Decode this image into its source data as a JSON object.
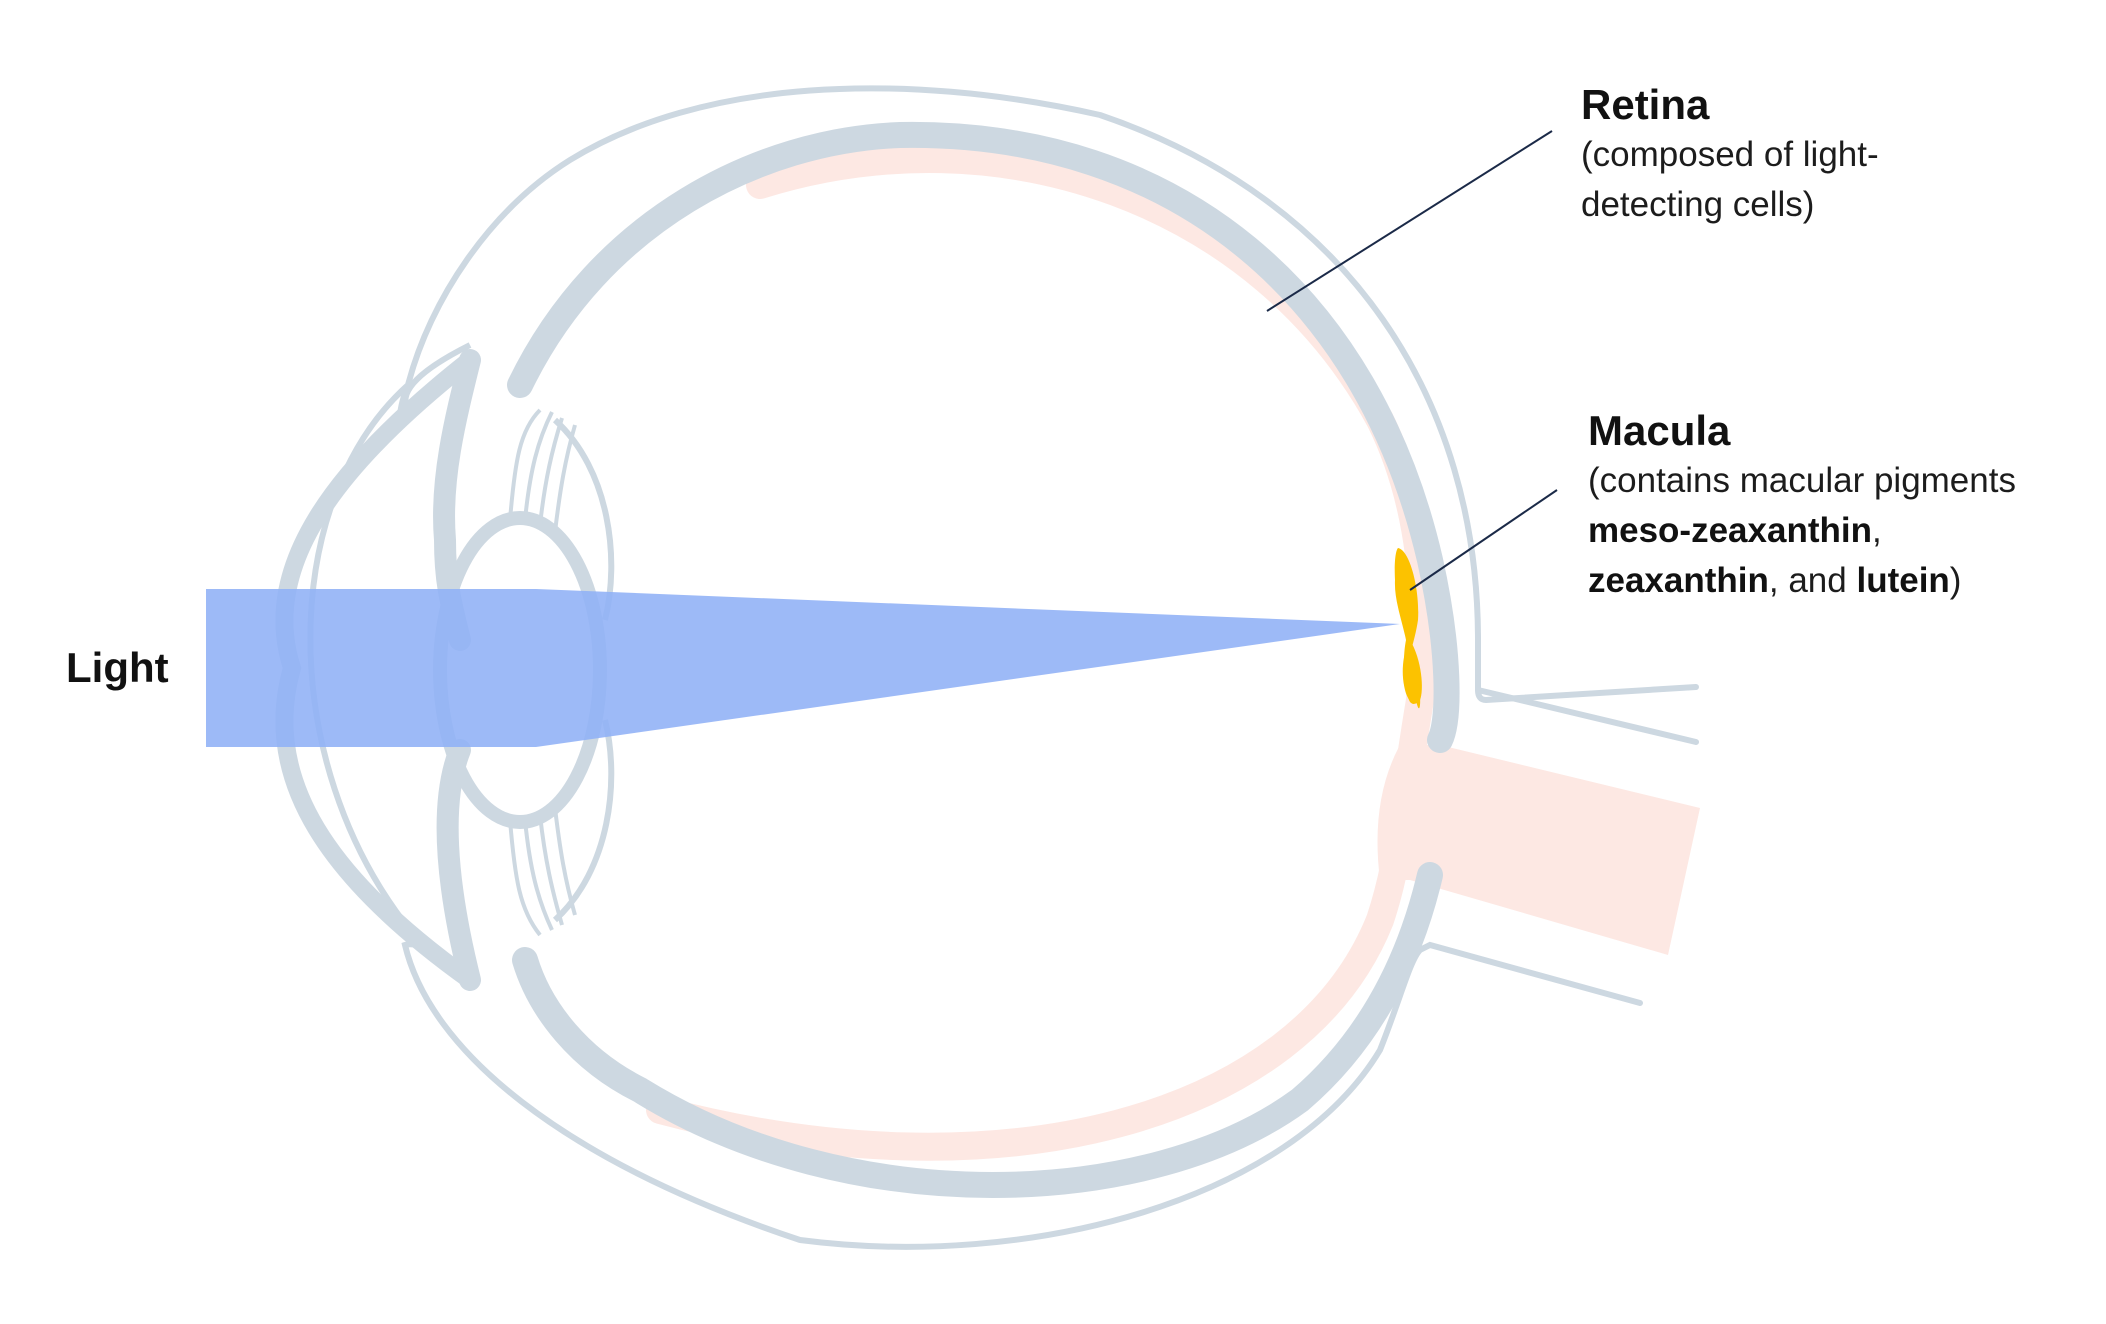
{
  "labels": {
    "light": "Light",
    "retina": {
      "title": "Retina",
      "description_line1": "(composed of light-",
      "description_line2": "detecting cells)"
    },
    "macula": {
      "title": "Macula",
      "description_line1": "(contains macular pigments",
      "pigment1": "meso-zeaxanthin",
      "comma1": ",",
      "pigment2": "zeaxanthin",
      "and_text": ", and ",
      "pigment3": "lutein",
      "close_paren": ")"
    }
  },
  "colors": {
    "eye_structure": "#cdd8e1",
    "retina_layer": "#fde8e3",
    "light_beam": "#8fb0f6",
    "macula": "#fcc200",
    "leader_line": "#1b2a48",
    "text": "#111111"
  }
}
